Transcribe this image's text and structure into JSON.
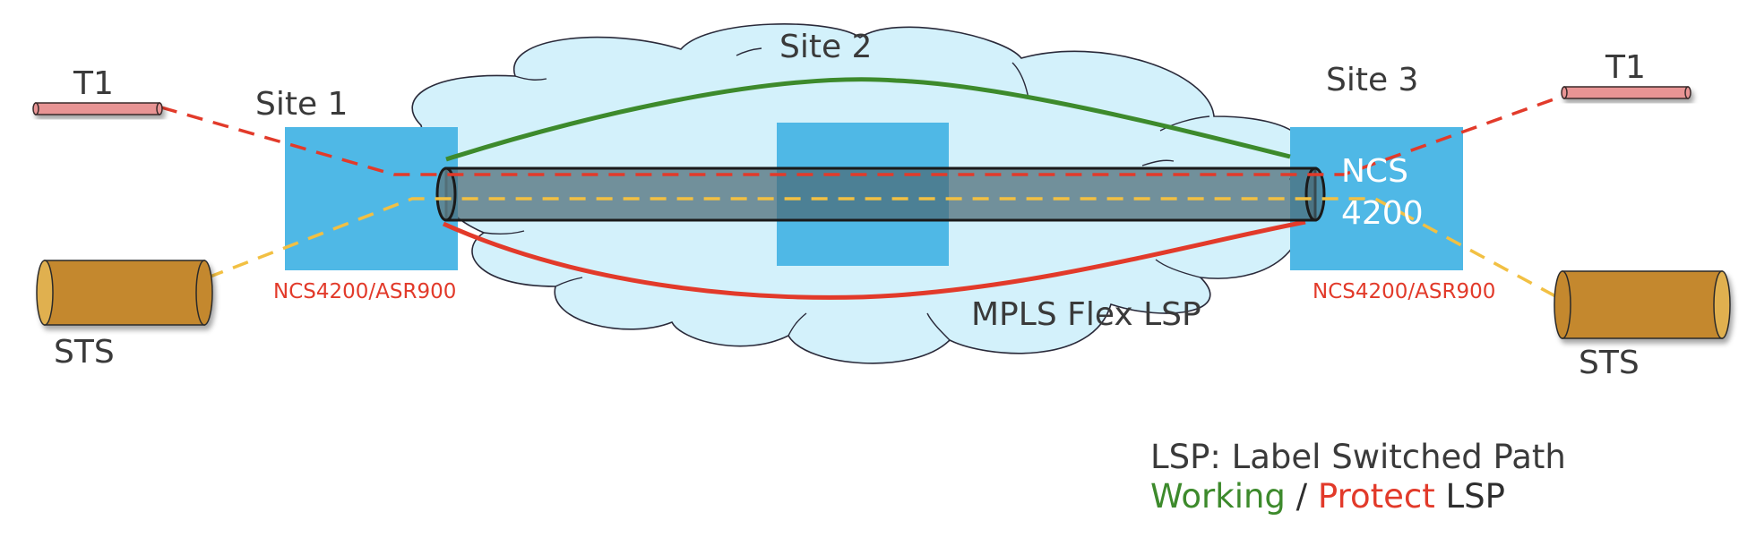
{
  "sites": {
    "site1": "Site 1",
    "site2": "Site 2",
    "site3": "Site 3"
  },
  "left": {
    "t1_label": "T1",
    "sts_label": "STS",
    "node_label": "NCS4200/ASR900"
  },
  "right": {
    "t1_label": "T1",
    "sts_label": "STS",
    "node_label": "NCS4200/ASR900",
    "device_line1": "NCS",
    "device_line2": "4200"
  },
  "core": {
    "label": "MPLS Flex LSP"
  },
  "legend": {
    "definition": "LSP: Label Switched Path",
    "working": "Working",
    "separator": " / ",
    "protect": "Protect",
    "suffix": " LSP"
  },
  "colors": {
    "cloud_fill": "#d3f1fb",
    "node_blue": "#4fb8e6",
    "working_green": "#3d8a2c",
    "protect_red": "#e23a2a",
    "tdm_yellow": "#f2c043",
    "t1_pink": "#e89494",
    "sts_orange": "#c4882f",
    "tunnel_gray": "#4b6b76"
  }
}
